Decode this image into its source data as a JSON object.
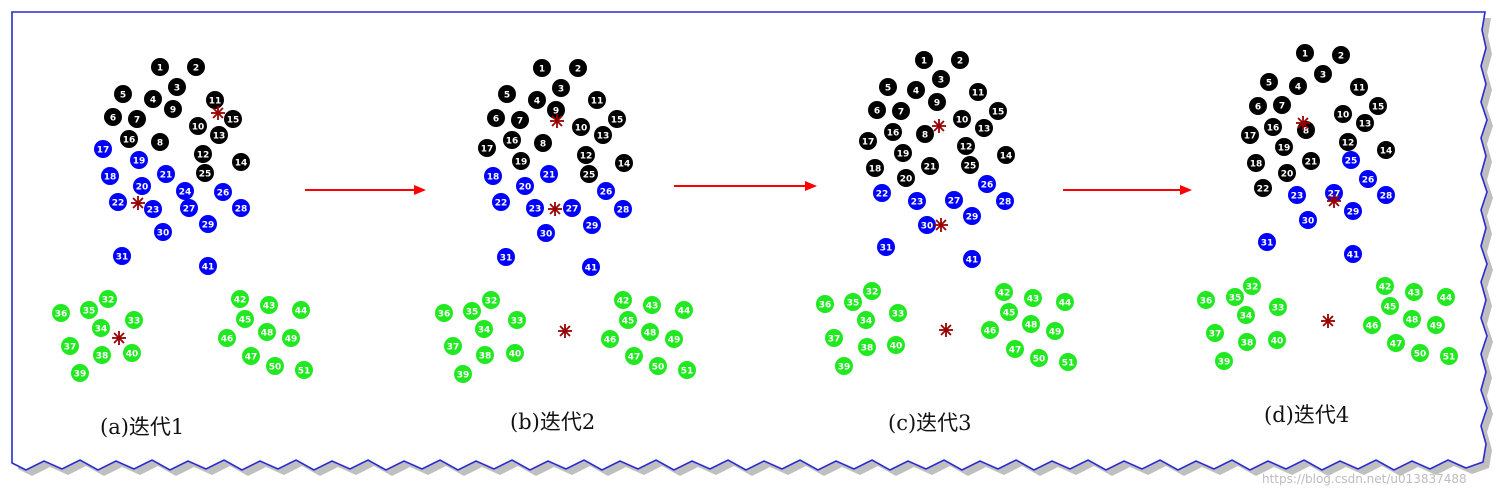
{
  "palette": {
    "cluster_black": "#000000",
    "cluster_blue": "#0000ff",
    "cluster_green": "#22e822",
    "centroid": "#990000",
    "arrow": "#ff0000",
    "number_text": "#ffffff"
  },
  "panels": [
    {
      "caption": "(a)迭代1",
      "black": [
        1,
        2,
        3,
        4,
        5,
        6,
        7,
        8,
        9,
        10,
        11,
        12,
        13,
        14,
        15,
        16,
        25
      ],
      "blue": [
        17,
        18,
        19,
        20,
        21,
        22,
        23,
        24,
        26,
        27,
        28,
        29,
        30,
        31,
        41
      ],
      "green": [
        32,
        33,
        34,
        35,
        36,
        37,
        38,
        39,
        40,
        42,
        43,
        44,
        45,
        46,
        47,
        48,
        49,
        50,
        51
      ]
    },
    {
      "caption": "(b)迭代2",
      "black": [
        1,
        2,
        3,
        4,
        5,
        6,
        7,
        8,
        9,
        10,
        11,
        12,
        13,
        14,
        15,
        16,
        17,
        19,
        25
      ],
      "blue": [
        18,
        20,
        21,
        22,
        23,
        26,
        27,
        28,
        29,
        30,
        31,
        41
      ],
      "green": [
        32,
        33,
        34,
        35,
        36,
        37,
        38,
        39,
        40,
        42,
        43,
        44,
        45,
        46,
        47,
        48,
        49,
        50,
        51
      ]
    },
    {
      "caption": "(c)迭代3",
      "black": [
        1,
        2,
        3,
        4,
        5,
        6,
        7,
        8,
        9,
        10,
        11,
        12,
        13,
        14,
        15,
        16,
        17,
        18,
        19,
        20,
        21,
        25
      ],
      "blue": [
        22,
        23,
        26,
        27,
        28,
        29,
        30,
        31,
        41
      ],
      "green": [
        32,
        33,
        34,
        35,
        36,
        37,
        38,
        39,
        40,
        42,
        43,
        44,
        45,
        46,
        47,
        48,
        49,
        50,
        51
      ]
    },
    {
      "caption": "(d)迭代4",
      "black": [
        1,
        2,
        3,
        4,
        5,
        6,
        7,
        8,
        10,
        11,
        12,
        13,
        14,
        15,
        16,
        17,
        18,
        19,
        20,
        21,
        22
      ],
      "blue": [
        23,
        25,
        26,
        27,
        28,
        29,
        30,
        31,
        41
      ],
      "green": [
        32,
        33,
        34,
        35,
        36,
        37,
        38,
        39,
        40,
        42,
        43,
        44,
        45,
        46,
        47,
        48,
        49,
        50,
        51
      ]
    }
  ],
  "watermark": "https://blog.csdn.net/u013837488"
}
